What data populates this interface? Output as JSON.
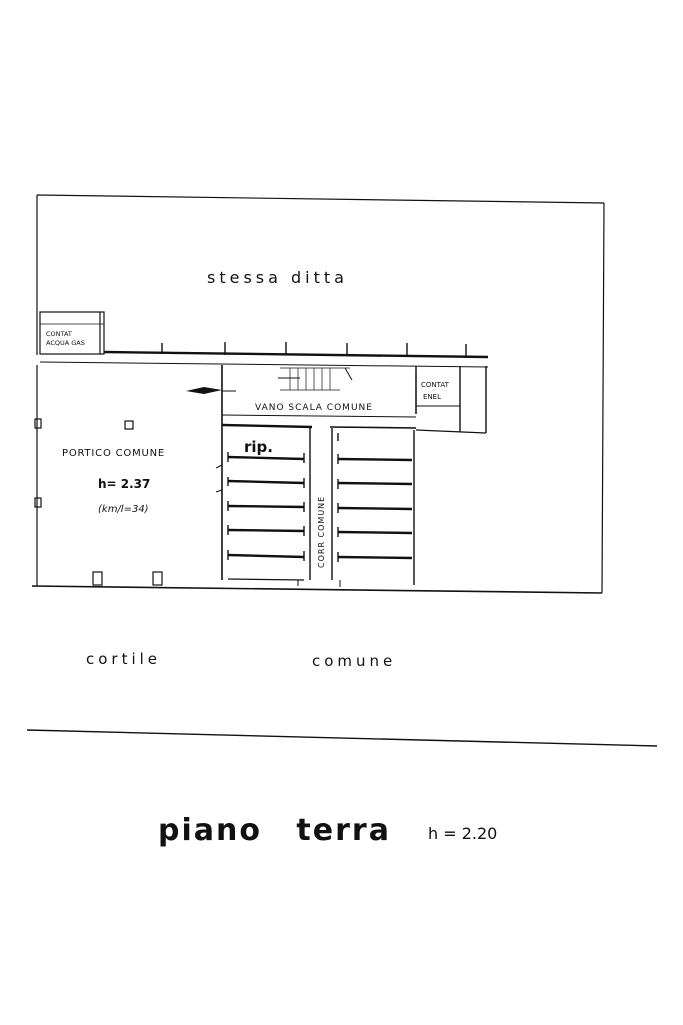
{
  "surroundings": {
    "top_label": "stessa ditta",
    "bottom_label_left": "cortile",
    "bottom_label_right": "comune"
  },
  "rooms": {
    "contat_acqua_gas": [
      "CONTAT",
      "ACQUA GAS"
    ],
    "contat_enel": [
      "CONTAT",
      "ENEL"
    ],
    "vano_scala": "VANO SCALA COMUNE",
    "portico": "PORTICO COMUNE",
    "portico_height": "h= 2.37",
    "portico_note": "(km/l=34)",
    "rip": "rip.",
    "corridor": "CORR COMUNE"
  },
  "title": {
    "floor_name": "piano terra",
    "height": "h = 2.20"
  }
}
